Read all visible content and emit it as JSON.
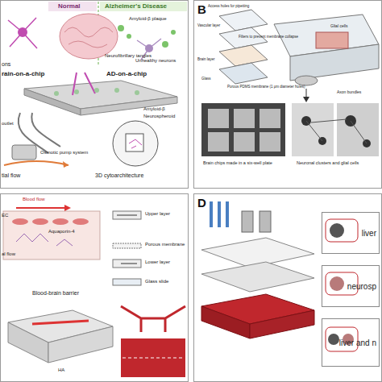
{
  "diagram": {
    "nodes": [
      {
        "text": [
          "B"
        ]
      },
      {
        "text": [
          "D"
        ]
      },
      {
        "text": [
          "liver"
        ],
        "in": 1
      },
      {
        "text": [
          "neurosp"
        ],
        "in": 1
      },
      {
        "text": [
          "liver and n"
        ],
        "in": 1
      }
    ],
    "labels": [
      "Normal",
      "Alzheimer's Disease",
      "Amyloid-β plaque",
      "Neurofibrillary tangles",
      "Unhealthy neurons",
      "ons",
      "rain-on-a-chip",
      "AD-on-a-chip",
      "Amyloid-β",
      "Neurospheroid",
      "outlet",
      "Osmotic pump system",
      "tial flow",
      "3D cytoarchitecture",
      "Access holes for pipetting",
      "Vascular layer",
      "Filters to prevent membrane collapse",
      "Porous PDMS membrane (1 μm diameter holes)",
      "Brain layer",
      "Glass",
      "Glial cells",
      "Axon bundles",
      "Brain chips made in a six-well plate",
      "Neuronal clusters and glial cells",
      "Blood flow",
      "EC",
      "Aquaporin-4",
      "al flow",
      "Blood-brain barrier",
      "HA",
      "Upper layer",
      "Porous membrane",
      "Lower layer",
      "Glass slide"
    ]
  }
}
